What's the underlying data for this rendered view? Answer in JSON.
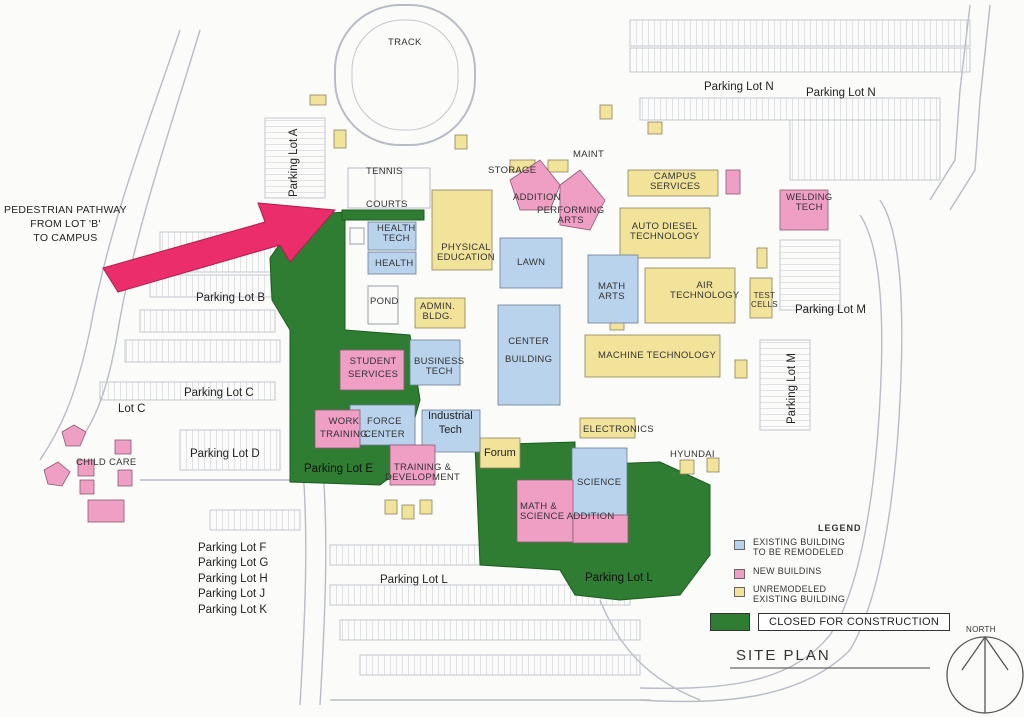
{
  "map": {
    "title": "SITE PLAN",
    "north_label": "NORTH",
    "pedestrian_note": [
      "PEDESTRIAN PATHWAY",
      "FROM LOT 'B'",
      "TO CAMPUS"
    ],
    "colors": {
      "existing_remodeled": "#b9d3ec",
      "new_building": "#ef9ec4",
      "unremodeled": "#f2e39a",
      "closed_construction": "#2e7d32",
      "arrow": "#ec2d6b",
      "road": "#b7bcc6",
      "parking_line": "#c3c7ce"
    },
    "legend": {
      "title": "LEGEND",
      "items": [
        {
          "label_1": "EXISTING BUILDING",
          "label_2": "TO BE REMODELED",
          "color": "#b9d3ec"
        },
        {
          "label_1": "NEW BUILDINS",
          "label_2": "",
          "color": "#ef9ec4"
        },
        {
          "label_1": "UNREMODELED",
          "label_2": "EXISTING BUILDING",
          "color": "#f2e39a"
        }
      ],
      "closed_label": "CLOSED FOR CONSTRUCTION"
    },
    "parking": {
      "lot_a": "Parking Lot A",
      "lot_b": "Parking Lot B",
      "lot_c": "Parking Lot C",
      "lot_c_short": "Lot C",
      "lot_d": "Parking Lot D",
      "lot_e": "Parking Lot E",
      "lot_f": "Parking Lot F",
      "lot_g": "Parking Lot G",
      "lot_h": "Parking Lot H",
      "lot_j": "Parking Lot J",
      "lot_k": "Parking Lot K",
      "lot_l": "Parking Lot L",
      "lot_l_green": "Parking Lot L",
      "lot_m": "Parking Lot M",
      "lot_m_vertical": "Parking Lot M",
      "lot_n_1": "Parking Lot N",
      "lot_n_2": "Parking Lot N"
    },
    "buildings": {
      "track": "TRACK",
      "tennis": "TENNIS",
      "courts": "COURTS",
      "storage": "STORAGE",
      "maint": "MAINT",
      "addition": "ADDITION",
      "performing_arts_1": "PERFORMING",
      "performing_arts_2": "ARTS",
      "campus_services_1": "CAMPUS",
      "campus_services_2": "SERVICES",
      "welding_1": "WELDING",
      "welding_2": "TECH",
      "health_tech_1": "HEALTH",
      "health_tech_2": "TECH",
      "health": "HEALTH",
      "physical_ed_1": "PHYSICAL",
      "physical_ed_2": "EDUCATION",
      "lawn": "LAWN",
      "auto_diesel_1": "AUTO DIESEL",
      "auto_diesel_2": "TECHNOLOGY",
      "math_arts_1": "MATH",
      "math_arts_2": "ARTS",
      "air_tech_1": "AIR",
      "air_tech_2": "TECHNOLOGY",
      "test_cells_1": "TEST",
      "test_cells_2": "CELLS",
      "pond": "POND",
      "admin_1": "ADMIN.",
      "admin_2": "BLDG.",
      "center_1": "CENTER",
      "center_2": "BUILDING",
      "machine_tech": "MACHINE TECHNOLOGY",
      "student_services_1": "STUDENT",
      "student_services_2": "SERVICES",
      "business_1": "BUSINESS",
      "business_2": "TECH",
      "workforce_1": "WORK",
      "workforce_2": "TRAINING",
      "workforce_3": "FORCE",
      "workforce_4": "CENTER",
      "industrial_1": "Industrial",
      "industrial_2": "Tech",
      "forum": "Forum",
      "electronics": "ELECTRONICS",
      "hyundai": "HYUNDAI",
      "science": "SCIENCE",
      "math_science_1": "MATH &",
      "math_science_2": "SCIENCE ADDITION",
      "training_dev_1": "TRAINING &",
      "training_dev_2": "DEVELOPMENT",
      "child_care": "CHILD CARE"
    }
  }
}
